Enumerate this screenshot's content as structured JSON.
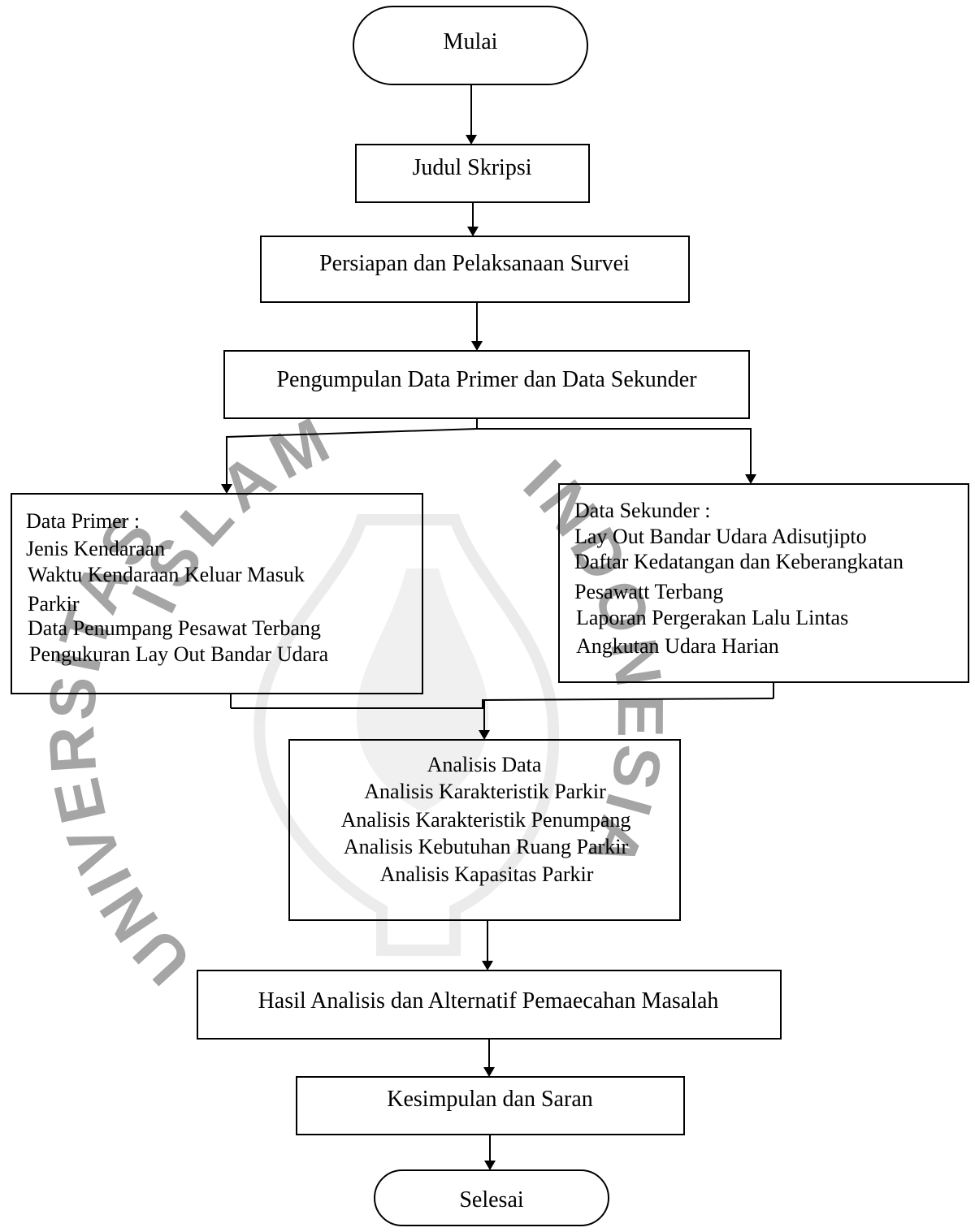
{
  "watermark": {
    "arc_top": "ISLAM",
    "arc_right": "INDONESIA",
    "arc_left": "UNIVERSITAS",
    "color": "#d9d9d9"
  },
  "nodes": {
    "start": "Mulai",
    "title": "Judul Skripsi",
    "prep": "Persiapan dan Pelaksanaan Survei",
    "collect": "Pengumpulan Data Primer dan Data Sekunder",
    "primary": {
      "lines": [
        "Data Primer :",
        "Jenis Kendaraan",
        "Waktu Kendaraan Keluar Masuk",
        "Parkir",
        "Data Penumpang Pesawat Terbang",
        "Pengukuran Lay Out Bandar Udara"
      ]
    },
    "secondary": {
      "lines": [
        "Data Sekunder :",
        "Lay Out Bandar Udara Adisutjipto",
        "Daftar Kedatangan dan Keberangkatan",
        "Pesawatt Terbang",
        "Laporan Pergerakan Lalu Lintas",
        "Angkutan Udara Harian"
      ]
    },
    "analysis": {
      "lines": [
        "Analisis Data",
        "Analisis Karakteristik Parkir",
        "Analisis Karakteristik Penumpang",
        "Analisis Kebutuhan Ruang Parkir",
        "Analisis Kapasitas Parkir"
      ]
    },
    "result": "Hasil Analisis dan Alternatif Pemaecahan Masalah",
    "conclusion": "Kesimpulan dan Saran",
    "end": "Selesai"
  }
}
